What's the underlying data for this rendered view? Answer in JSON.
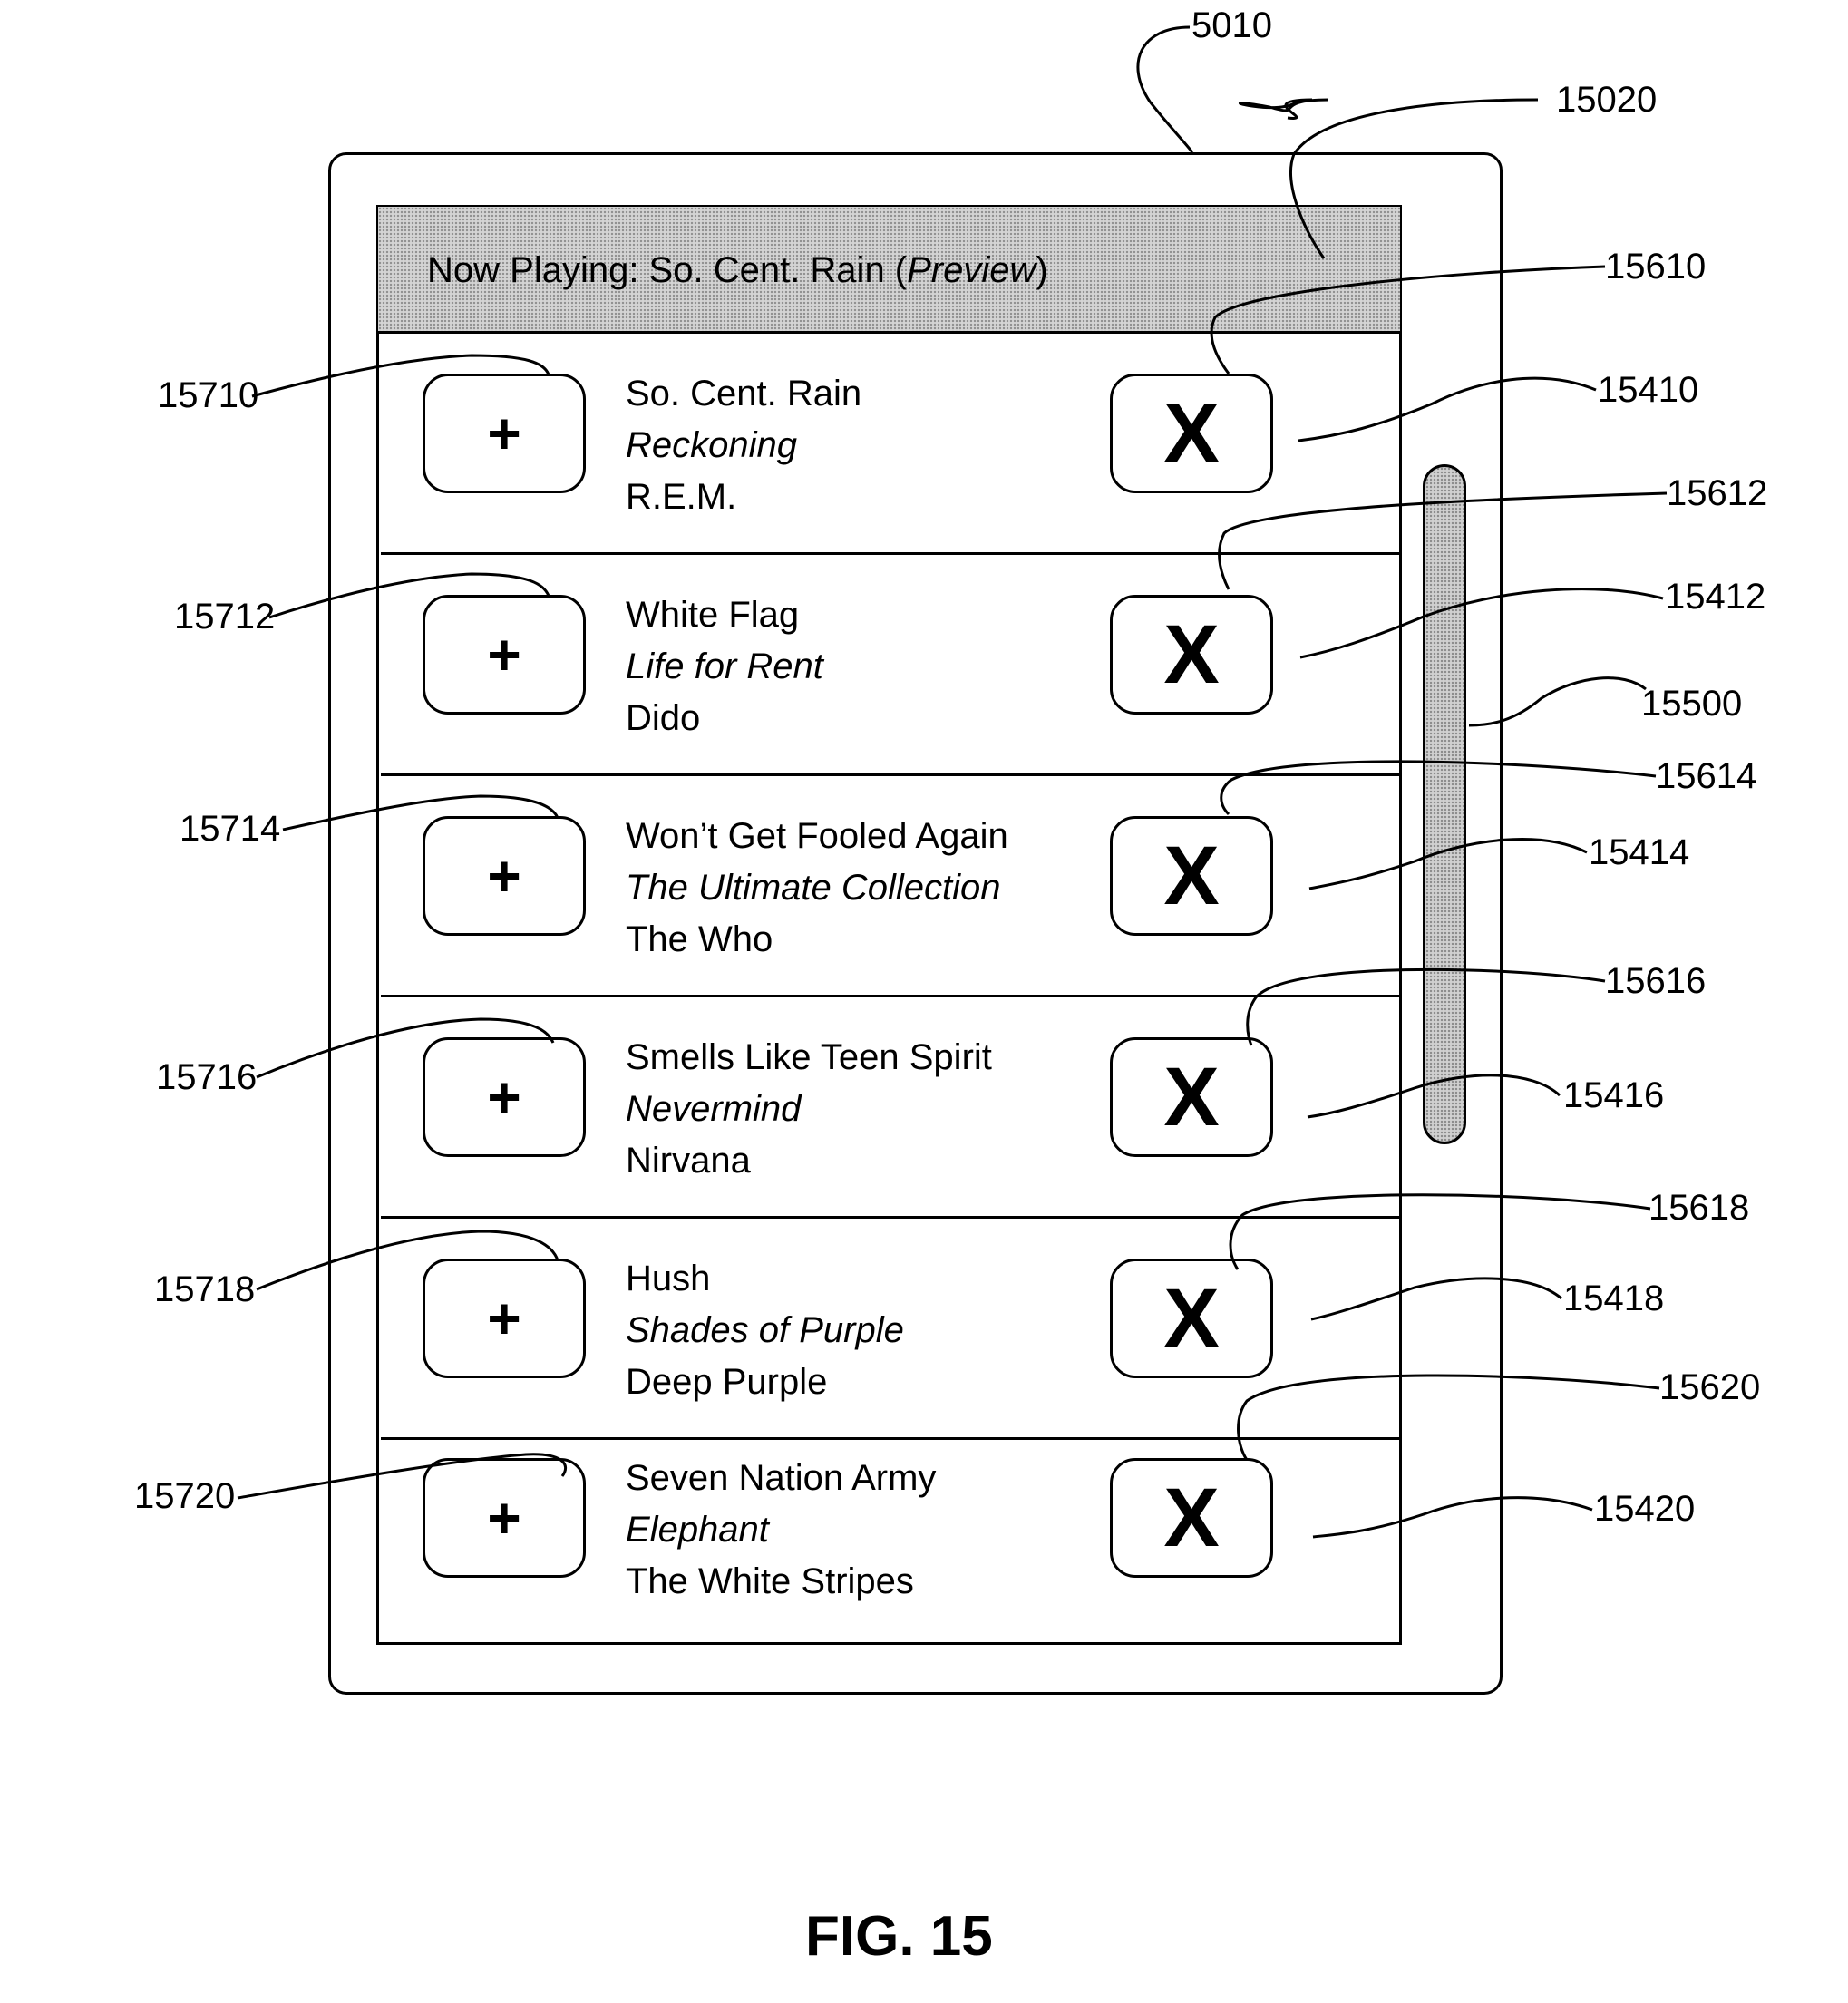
{
  "now_playing": {
    "label": "Now Playing:  So. Cent. Rain (",
    "preview": "Preview",
    "close": ")"
  },
  "tracks": [
    {
      "title": "So. Cent. Rain",
      "album": "Reckoning",
      "artist": "R.E.M.",
      "add_label": "+",
      "remove_label": "X"
    },
    {
      "title": "White Flag",
      "album": "Life for Rent",
      "artist": "Dido",
      "add_label": "+",
      "remove_label": "X"
    },
    {
      "title": "Won’t Get Fooled Again",
      "album": "The Ultimate Collection",
      "artist": "The Who",
      "add_label": "+",
      "remove_label": "X"
    },
    {
      "title": "Smells Like Teen Spirit",
      "album": "Nevermind",
      "artist": "Nirvana",
      "add_label": "+",
      "remove_label": "X"
    },
    {
      "title": "Hush",
      "album": "Shades of Purple",
      "artist": "Deep Purple",
      "add_label": "+",
      "remove_label": "X"
    },
    {
      "title": "Seven Nation Army",
      "album": "Elephant",
      "artist": "The White Stripes",
      "add_label": "+",
      "remove_label": "X"
    }
  ],
  "refs": {
    "device": "5010",
    "header": "15020",
    "scrollbar": "15500",
    "remove_buttons": [
      "15610",
      "15612",
      "15614",
      "15616",
      "15618",
      "15620"
    ],
    "rows": [
      "15410",
      "15412",
      "15414",
      "15416",
      "15418",
      "15420"
    ],
    "add_buttons": [
      "15710",
      "15712",
      "15714",
      "15716",
      "15718",
      "15720"
    ]
  },
  "figure_label": "FIG. 15"
}
